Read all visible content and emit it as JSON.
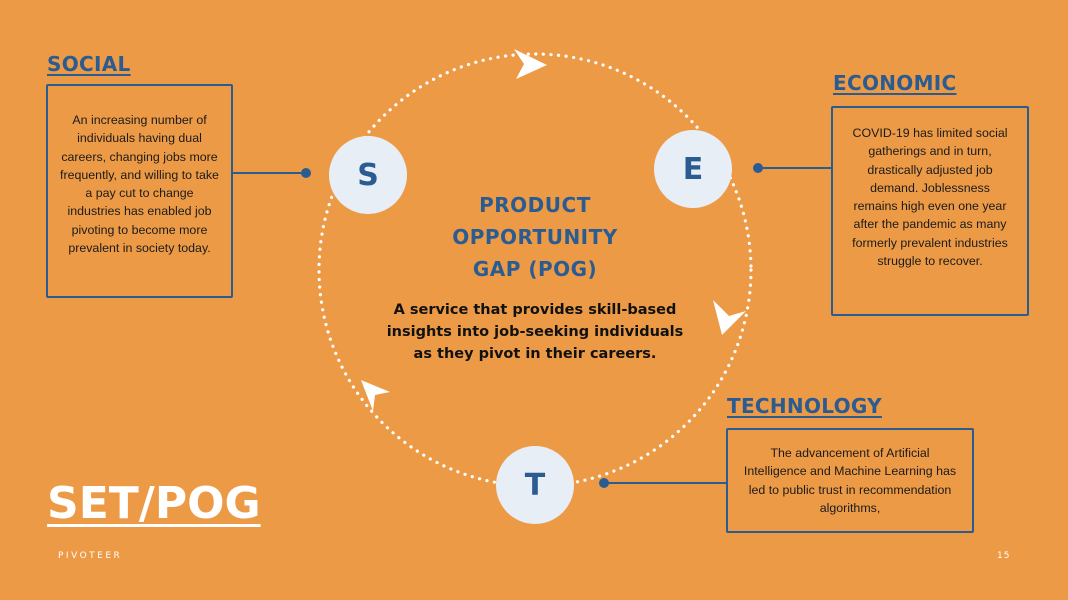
{
  "social": {
    "heading": "SOCIAL",
    "letter": "S",
    "body": "An increasing number of individuals having dual careers, changing jobs more frequently, and willing to take a pay cut to change industries has enabled job pivoting to become more prevalent in society today."
  },
  "economic": {
    "heading": "ECONOMIC",
    "letter": "E",
    "body": "COVID-19 has limited social gatherings and in turn, drastically adjusted job demand. Joblessness remains high even one year after the pandemic as many formerly prevalent industries struggle to recover."
  },
  "technology": {
    "heading": "TECHNOLOGY",
    "letter": "T",
    "body": "The advancement of Artificial Intelligence and Machine Learning has led to public trust in recommendation algorithms,"
  },
  "pog": {
    "title_line1": "PRODUCT",
    "title_line2": "OPPORTUNITY",
    "title_line3": "GAP (POG)",
    "desc_line1": "A service that provides skill-based",
    "desc_line2": "insights into job-seeking individuals",
    "desc_line3": "as they pivot in their careers."
  },
  "slide": {
    "title": "SET/POG",
    "footer_left": "PIVOTEER",
    "page_number": "15"
  },
  "colors": {
    "background": "#EC9A45",
    "accent": "#2B5C91",
    "circle_fill": "#E8EEF5"
  }
}
